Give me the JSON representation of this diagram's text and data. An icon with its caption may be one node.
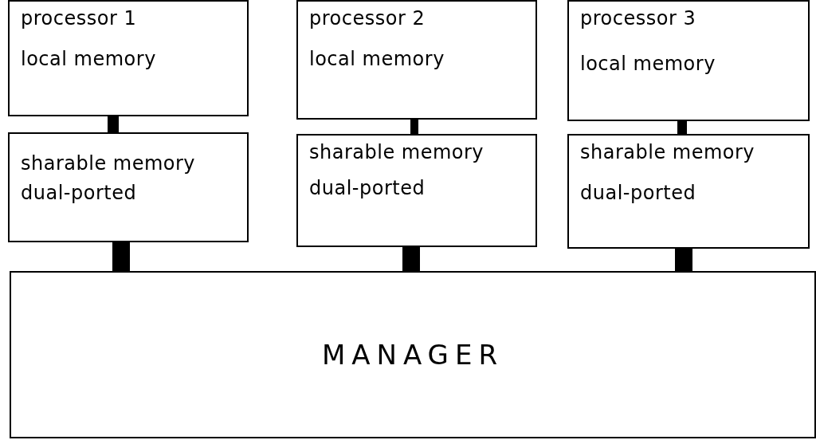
{
  "diagram": {
    "nodes": [
      {
        "text": [
          "processor 1",
          "local memory"
        ]
      },
      {
        "text": [
          "processor 2",
          "local memory"
        ]
      },
      {
        "text": [
          "processor 3",
          "local memory"
        ]
      },
      {
        "text": [
          "sharable memory",
          "dual-ported"
        ]
      },
      {
        "text": [
          "sharable memory",
          "dual-ported"
        ]
      },
      {
        "text": [
          "sharable memory",
          "dual-ported"
        ]
      },
      {
        "text": [
          "MANAGER"
        ]
      }
    ],
    "edges": [
      {
        "from": 0,
        "to": 3,
        "arrow": "none"
      },
      {
        "from": 1,
        "to": 4,
        "arrow": "none"
      },
      {
        "from": 2,
        "to": 5,
        "arrow": "none"
      },
      {
        "from": 3,
        "to": 6,
        "arrow": "none"
      },
      {
        "from": 4,
        "to": 6,
        "arrow": "none"
      },
      {
        "from": 5,
        "to": 6,
        "arrow": "none"
      }
    ]
  }
}
